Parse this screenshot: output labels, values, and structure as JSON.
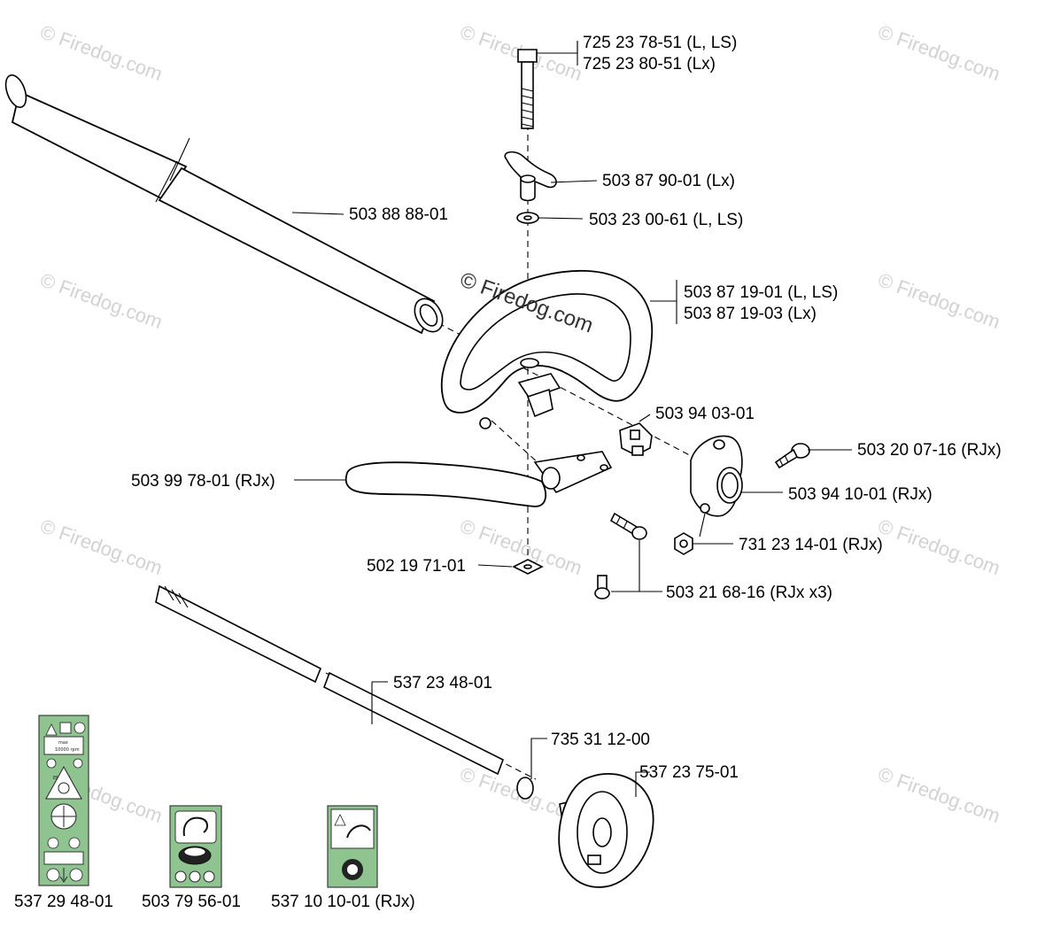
{
  "watermarks": {
    "small": "© Firedog.com",
    "center": "© Firedog.com"
  },
  "labels": {
    "bolt_1": "725 23 78-51 (L, LS)",
    "bolt_2": "725 23 80-51 (Lx)",
    "knob": "503 87 90-01 (Lx)",
    "washer": "503 23 00-61 (L, LS)",
    "tube": "503 88 88-01",
    "handle_1": "503 87 19-01 (L, LS)",
    "handle_2": "503 87 19-03 (Lx)",
    "clamp": "503 94 03-01",
    "screw_top": "503 20 07-16 (RJx)",
    "holder": "503 94 10-01 (RJx)",
    "nut": "731 23 14-01 (RJx)",
    "guard_bar": "503 99 78-01 (RJx)",
    "square_nut": "502 19 71-01",
    "screws_x3": "503 21 68-16 (RJx x3)",
    "shaft": "537 23 48-01",
    "oring": "735 31 12-00",
    "drum": "537 23 75-01",
    "decal_1": "537 29 48-01",
    "decal_2": "503 79 56-01",
    "decal_3": "537 10 10-01 (RJx)"
  },
  "decal_1_text": {
    "line_a": "max",
    "line_b": "10000 rpm",
    "line_c": "EN1486"
  }
}
